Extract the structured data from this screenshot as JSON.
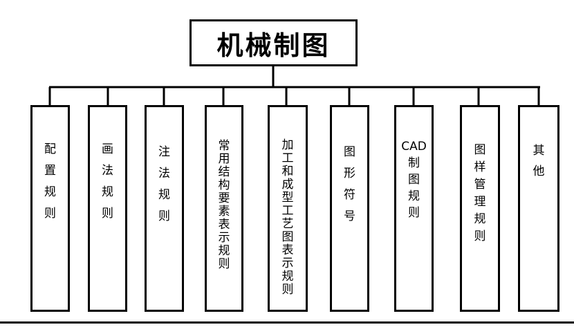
{
  "root": {
    "title": "机械制图"
  },
  "children": [
    {
      "label": "配\n置\n规\n则"
    },
    {
      "label": "画\n法\n规\n则"
    },
    {
      "label": "注\n法\n规\n则"
    },
    {
      "label": "常\n用\n结\n构\n要\n素\n表\n示\n规\n则"
    },
    {
      "label": "加\n工\n和\n成\n型\n工\n艺\n图\n表\n示\n规\n则"
    },
    {
      "label": "图\n形\n符\n号"
    },
    {
      "label": "CAD\n制\n图\n规\n则"
    },
    {
      "label": "图\n样\n管\n理\n规\n则"
    },
    {
      "label": "其\n他"
    }
  ],
  "colors": {
    "line": "#000000",
    "background": "#ffffff"
  }
}
